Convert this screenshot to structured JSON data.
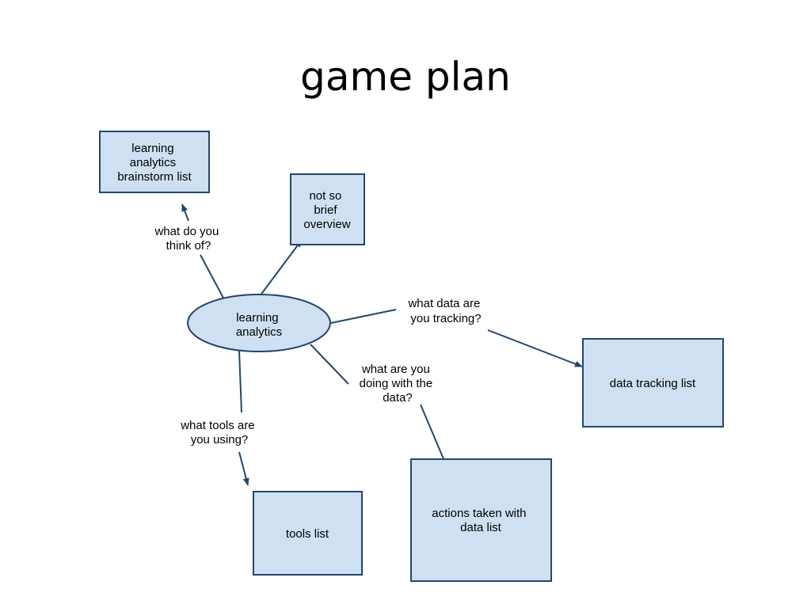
{
  "title": "game plan",
  "colors": {
    "node_fill": "#cfe0f2",
    "node_stroke": "#24476c",
    "edge": "#24476c"
  },
  "nodes": {
    "center": [
      "learning",
      "analytics"
    ],
    "brainstorm": [
      "learning",
      "analytics",
      "brainstorm list"
    ],
    "overview": [
      "not so",
      "brief",
      "overview"
    ],
    "data_tracking": [
      "data tracking list"
    ],
    "actions": [
      "actions taken with",
      "data list"
    ],
    "tools": [
      "tools list"
    ]
  },
  "edge_labels": {
    "think_of": [
      "what do you",
      "think of?"
    ],
    "tracking": [
      "what data are",
      "you tracking?"
    ],
    "doing": [
      "what are you",
      "doing with the",
      "data?"
    ],
    "tools": [
      "what tools are",
      "you using?"
    ]
  }
}
